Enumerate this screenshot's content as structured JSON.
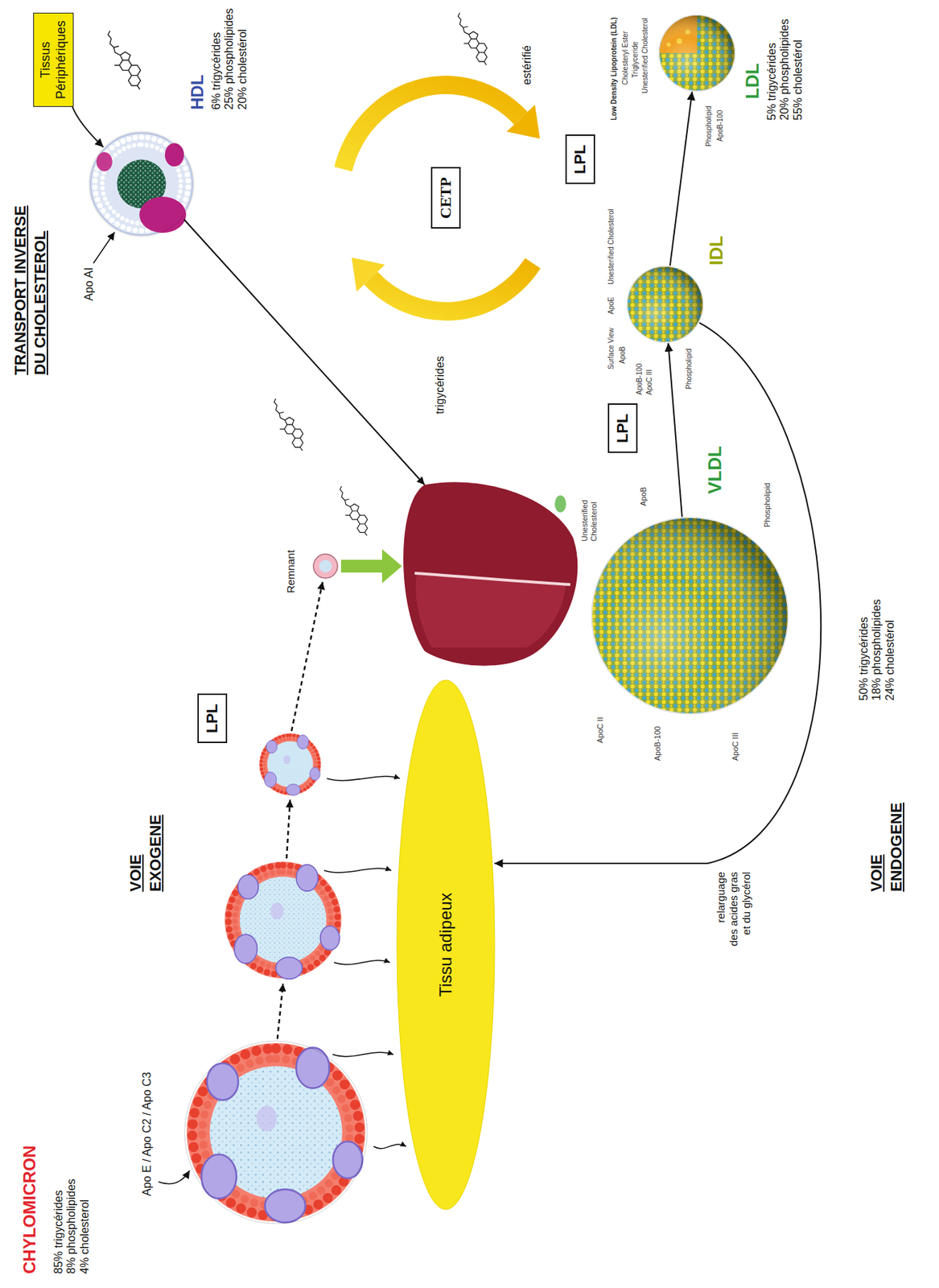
{
  "diagram": {
    "nodes": [
      {
        "text": [
          "Tissus Périphériques"
        ]
      },
      {
        "text": [
          "HDL",
          "6% trigycérides 25% phospholipides 20% cholestérol"
        ]
      },
      {
        "text": [
          "CETP"
        ]
      },
      {
        "text": [
          "LPL"
        ]
      },
      {
        "text": [
          "LDL",
          "5% trigycérides 20% phospholipides 55% cholestérol"
        ]
      },
      {
        "text": [
          "IDL"
        ]
      },
      {
        "text": [
          "LPL"
        ]
      },
      {
        "text": [
          "VLDL"
        ]
      },
      {
        "text": [
          "Remnant"
        ]
      },
      {
        "text": [
          "LPL"
        ]
      },
      {
        "text": [
          "CHYLOMICRON",
          "85% trigycérides 8% phospholipides 4% cholesterol"
        ]
      },
      {
        "text": [
          "Tissu adipeux"
        ]
      }
    ],
    "edges": [
      {
        "from": 0,
        "to": 1,
        "arrow": "to"
      },
      {
        "from": 7,
        "to": 5,
        "arrow": "to"
      },
      {
        "from": 5,
        "to": 4,
        "arrow": "to"
      },
      {
        "from": 5,
        "to": 11,
        "arrow": "to"
      }
    ],
    "labels": [
      "TRANSPORT INVERSE DU CHOLESTEROL",
      "Apo AI",
      "trigycérides",
      "estérifié",
      "VOIE EXOGENE",
      "Apo E / Apo C2 / Apo C3",
      "relarguage des acides gras et du glycérol",
      "VOIE ENDOGENE",
      "50% trigycérides 18% phospholipides 24% cholestérol",
      "ApoC II",
      "Unesterified Cholesterol",
      "ApoB",
      "ApoB-100",
      "ApoC III",
      "Phospholipid",
      "Surface View",
      "ApoE",
      "Unesterified Cholesterol",
      "ApoB",
      "ApoB-100",
      "ApoC III",
      "Phospholipid",
      "Low Density Lipoprotein (LDL)",
      "Cholesteryl Ester",
      "Triglyceride",
      "Unesterified Cholesterol",
      "Phospholipid",
      "ApoB-100"
    ]
  }
}
